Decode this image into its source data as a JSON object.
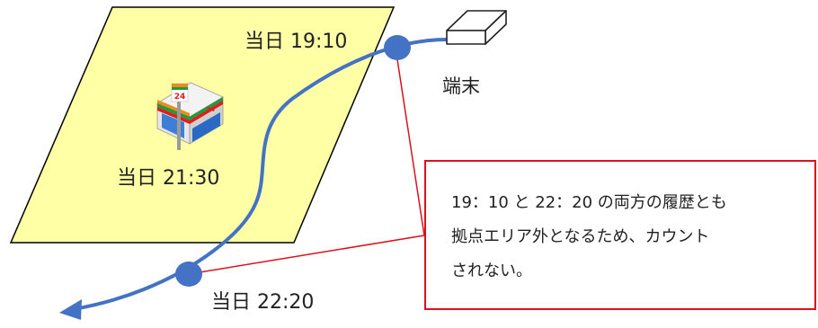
{
  "labels": {
    "time_first": "当日 19:10",
    "time_middle": "当日 21:30",
    "time_last": "当日 22:20",
    "device": "端末"
  },
  "store_sign_text": "24",
  "note_lines": [
    "19：10 と 22：20 の両方の履歴とも",
    "拠点エリア外となるため、カウント",
    "されない。"
  ],
  "colors": {
    "area_fill": "#ffffa6",
    "area_stroke": "#000000",
    "path": "#4472c4",
    "callout": "#d9121b"
  }
}
